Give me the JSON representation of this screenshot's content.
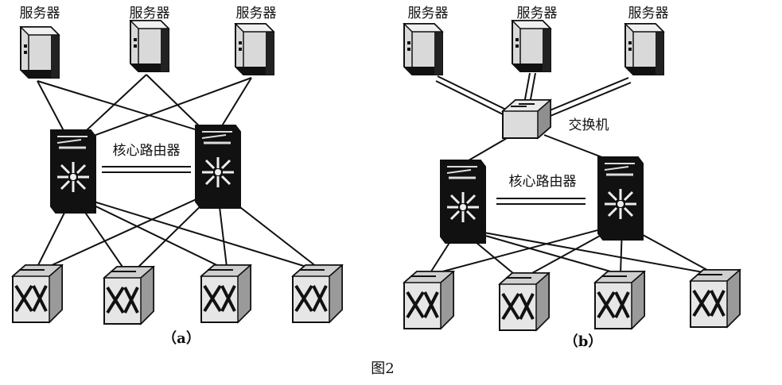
{
  "server_label": "服务器",
  "core_router_label": "核心路由器",
  "switch_label": "交换机",
  "caption_a": "（a）",
  "caption_b": "（b）",
  "figure_caption": "图2"
}
